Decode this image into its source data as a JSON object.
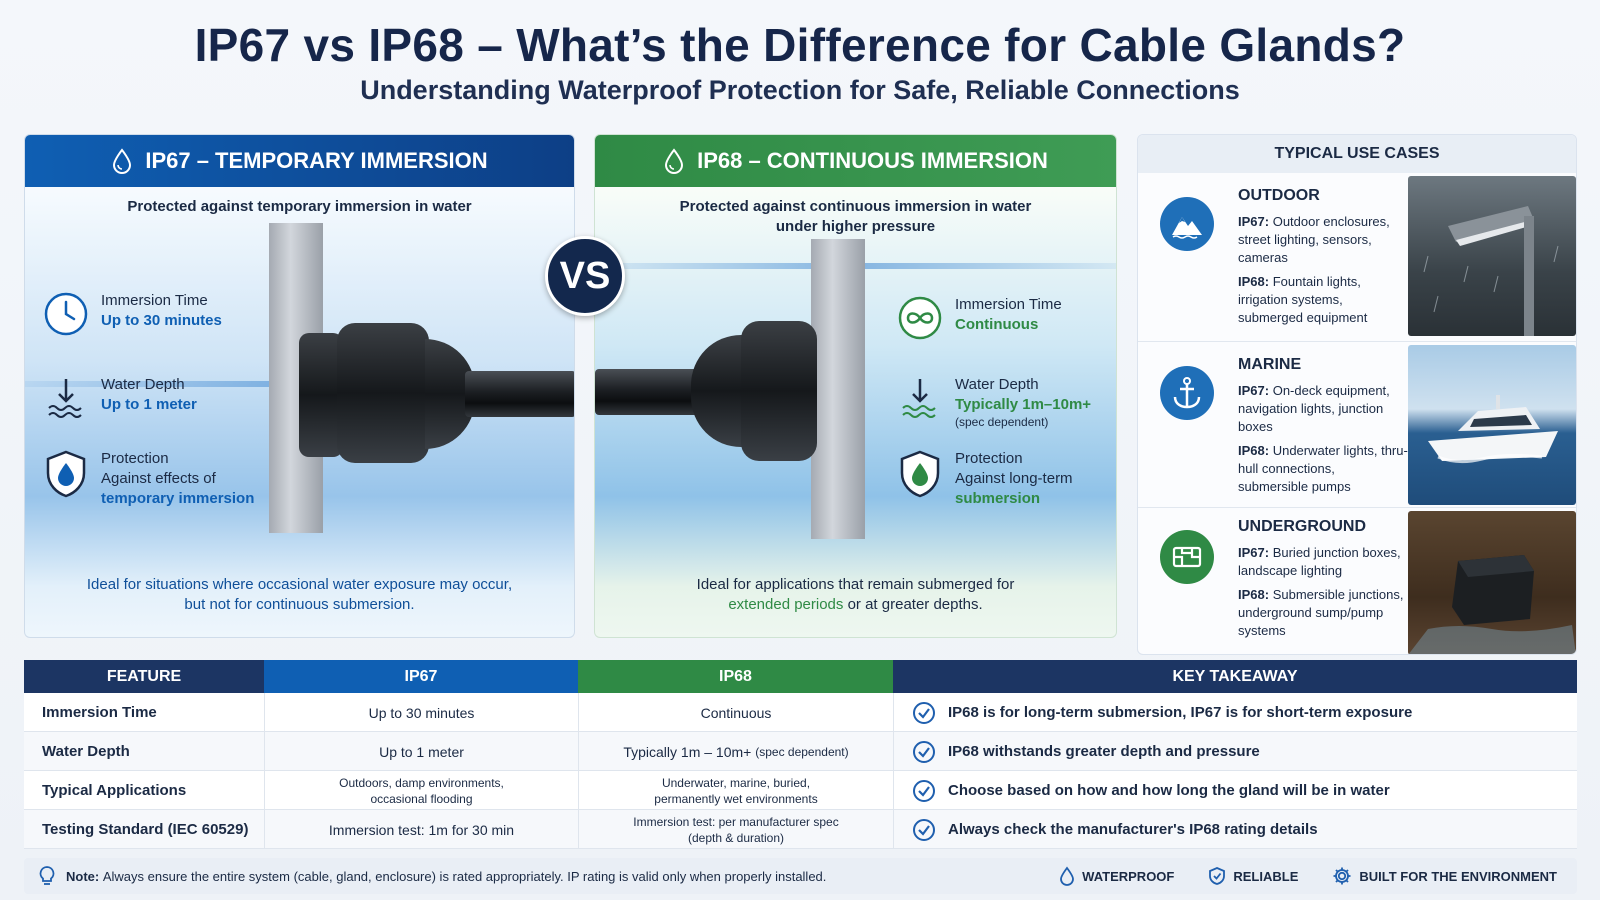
{
  "header": {
    "title": "IP67 vs IP68 – What’s the Difference for Cable Glands?",
    "subtitle": "Understanding Waterproof Protection for Safe, Reliable Connections"
  },
  "ip67": {
    "heading": "IP67 – TEMPORARY IMMERSION",
    "description": "Protected against temporary immersion in water",
    "immersion_label": "Immersion Time",
    "immersion_value": "Up to 30 minutes",
    "depth_label": "Water Depth",
    "depth_value": "Up to 1 meter",
    "protection_label": "Protection",
    "protection_text": "Against effects of",
    "protection_value": "temporary immersion",
    "footer_line1": "Ideal for situations where occasional water exposure may occur,",
    "footer_line2": "but not for continuous submersion."
  },
  "vs_label": "VS",
  "ip68": {
    "heading": "IP68 – CONTINUOUS IMMERSION",
    "description_line1": "Protected against continuous immersion in water",
    "description_line2": "under higher pressure",
    "immersion_label": "Immersion Time",
    "immersion_value": "Continuous",
    "depth_label": "Water Depth",
    "depth_value": "Typically 1m–10m+",
    "depth_note": "(spec dependent)",
    "protection_label": "Protection",
    "protection_text": "Against long-term",
    "protection_value": "submersion",
    "footer_line1": "Ideal for applications that remain submerged for",
    "footer_highlight": "extended periods",
    "footer_rest": "or at greater depths."
  },
  "use_cases": {
    "heading": "TYPICAL USE CASES",
    "items": [
      {
        "title": "OUTDOOR",
        "ip67_label": "IP67:",
        "ip67_text": "Outdoor enclosures, street lighting, sensors, cameras",
        "ip68_label": "IP68:",
        "ip68_text": "Fountain lights, irrigation systems, submerged equipment",
        "icon": "mountain-icon",
        "color": "#1f6fb8"
      },
      {
        "title": "MARINE",
        "ip67_label": "IP67:",
        "ip67_text": "On-deck equipment, navigation lights, junction boxes",
        "ip68_label": "IP68:",
        "ip68_text": "Underwater lights, thru-hull connections, submersible pumps",
        "icon": "anchor-icon",
        "color": "#1f6fb8"
      },
      {
        "title": "UNDERGROUND",
        "ip67_label": "IP67:",
        "ip67_text": "Buried junction boxes, landscape lighting",
        "ip68_label": "IP68:",
        "ip68_text": "Submersible junctions, underground sump/pump systems",
        "icon": "pipes-icon",
        "color": "#2f8a45"
      }
    ]
  },
  "table": {
    "headers": [
      "FEATURE",
      "IP67",
      "IP68",
      "KEY TAKEAWAY"
    ],
    "rows": [
      {
        "feature": "Immersion Time",
        "ip67": "Up to 30 minutes",
        "ip68": "Continuous",
        "ip68_note": "",
        "takeaway": "IP68 is for long-term submersion, IP67 is for short-term exposure"
      },
      {
        "feature": "Water Depth",
        "ip67": "Up to 1 meter",
        "ip68": "Typically 1m – 10m+",
        "ip68_note": "(spec dependent)",
        "takeaway": "IP68 withstands greater depth and pressure"
      },
      {
        "feature": "Typical Applications",
        "ip67": "Outdoors, damp environments, occasional flooding",
        "ip68": "Underwater, marine, buried, permanently wet environments",
        "ip68_note": "",
        "takeaway": "Choose based on how and how long the gland will be in water"
      },
      {
        "feature": "Testing Standard (IEC 60529)",
        "ip67": "Immersion test: 1m for 30 min",
        "ip68": "Immersion test: per manufacturer spec (depth & duration)",
        "ip68_note": "",
        "takeaway": "Always check the manufacturer's IP68 rating details"
      }
    ]
  },
  "footer": {
    "note_label": "Note:",
    "note_text": "Always ensure the entire system (cable, gland, enclosure) is rated appropriately. IP rating is valid only when properly installed.",
    "badges": [
      "WATERPROOF",
      "RELIABLE",
      "BUILT FOR THE ENVIRONMENT"
    ]
  },
  "colors": {
    "ip67_blue": "#0f5fb3",
    "ip68_green": "#2f8a45",
    "navy": "#1c3563"
  }
}
